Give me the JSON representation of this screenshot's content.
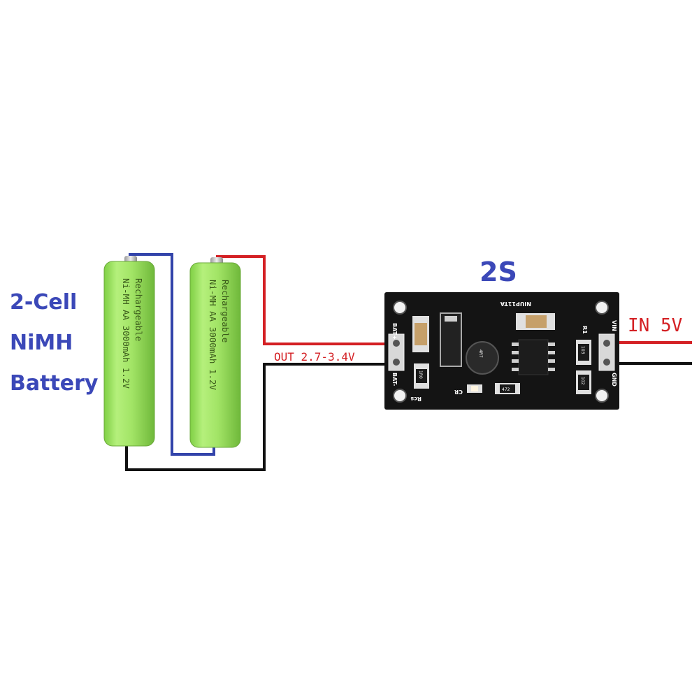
{
  "labels": {
    "battery_line1": "2-Cell",
    "battery_line2": "NiMH",
    "battery_line3": "Battery",
    "config": "2S",
    "input": "IN 5V",
    "output": "OUT 2.7-3.4V"
  },
  "cells": [
    {
      "line1": "Ni-MH AA 3000mAh 1.2V",
      "line2": "Rechargeable"
    },
    {
      "line1": "Ni-MH AA 3000mAh 1.2V",
      "line2": "Rechargeable"
    }
  ],
  "board": {
    "part_number": "NIUP11TA",
    "bat_plus": "BAT+",
    "bat_minus": "BAT-",
    "vin": "VIN",
    "gnd": "GND",
    "r1": "R1",
    "cr": "CR",
    "rcs": "Rcs",
    "res_1r0": "1R0",
    "res_103": "103",
    "res_102": "102",
    "res_472": "472",
    "inductor": "4R7"
  },
  "colors": {
    "positive_wire": "#d42024",
    "series_wire": "#3344aa",
    "negative_wire": "#111111",
    "cell_body": "#a6e86a",
    "pcb": "#141414",
    "label_blue": "#3b48b8",
    "label_red": "#d42024"
  }
}
